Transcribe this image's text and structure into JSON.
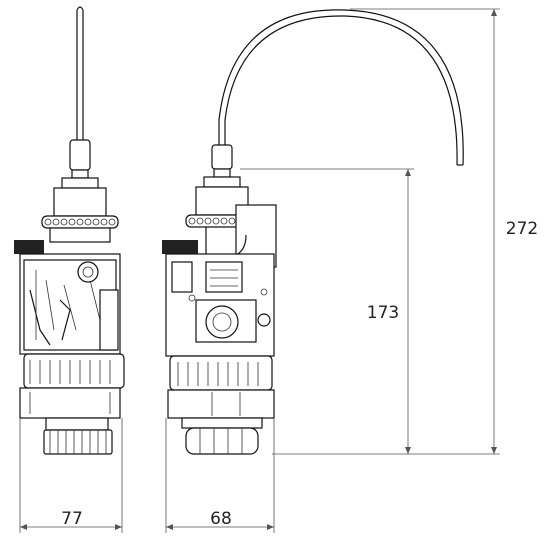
{
  "dimensions": {
    "width_left": "77",
    "width_right": "68",
    "height_body": "173",
    "height_total": "272"
  }
}
